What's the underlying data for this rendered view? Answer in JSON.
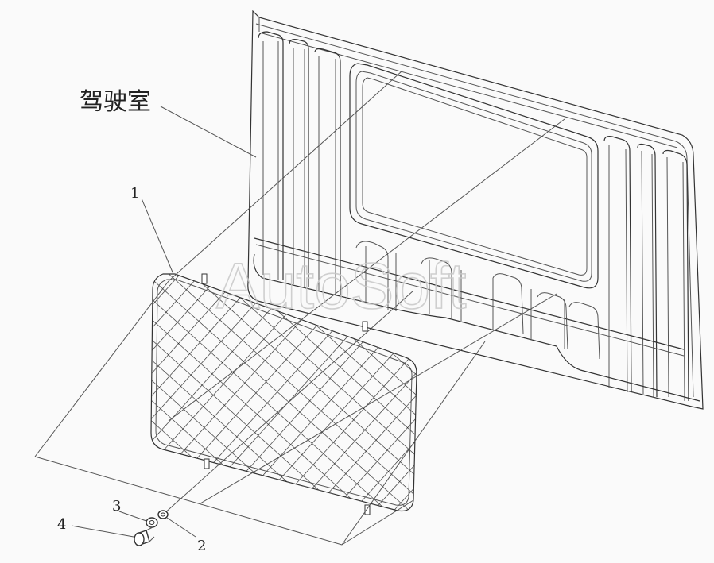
{
  "labels": {
    "cab": "驾驶室",
    "part1": "1",
    "part2": "2",
    "part3": "3",
    "part4": "4"
  },
  "watermark": "AutoSoft",
  "colors": {
    "background": "#fafafa",
    "line": "#333333",
    "watermark": "#c8c8c8"
  }
}
